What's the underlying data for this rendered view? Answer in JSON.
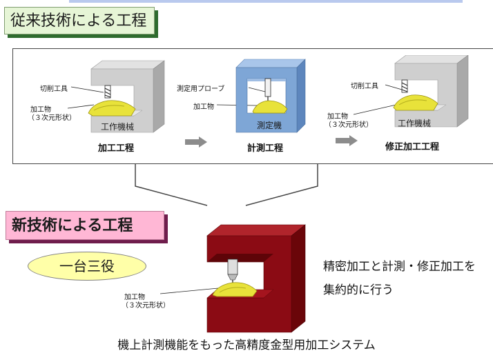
{
  "header_old": "従来技術による工程",
  "header_new": "新技術による工程",
  "stages": [
    {
      "label": "加工工程",
      "tool_label": "切削工具",
      "work_label": "加工物",
      "work_sub": "（３次元形状）",
      "machine_label": "工作機械"
    },
    {
      "label": "計測工程",
      "probe_label": "測定用プローブ",
      "work_label": "加工物",
      "machine_label": "測定機"
    },
    {
      "label": "修正加工工程",
      "tool_label": "切削工具",
      "work_label": "加工物",
      "work_sub": "（３次元形状）",
      "machine_label": "工作機械"
    }
  ],
  "new_machine": {
    "work_label": "加工物",
    "work_sub": "（３次元形状）"
  },
  "slogan": "一台三役",
  "description_lines": [
    "精密加工と計測・修正加工を",
    "集約的に行う"
  ],
  "bottom_caption": "機上計測機能をもった高精度金型用加工システム",
  "colors": {
    "old_header_bg": "#e6f5d6",
    "new_header_bg": "#ffb7d5",
    "oval_bg": "#ffffa8",
    "machine_gray": "#c8c8c8",
    "measure_blue": "#7ea6d6",
    "new_machine_red": "#8b0b14",
    "workpiece_yellow": "#e8e23a",
    "arrow_gray": "#8c8c8c"
  }
}
